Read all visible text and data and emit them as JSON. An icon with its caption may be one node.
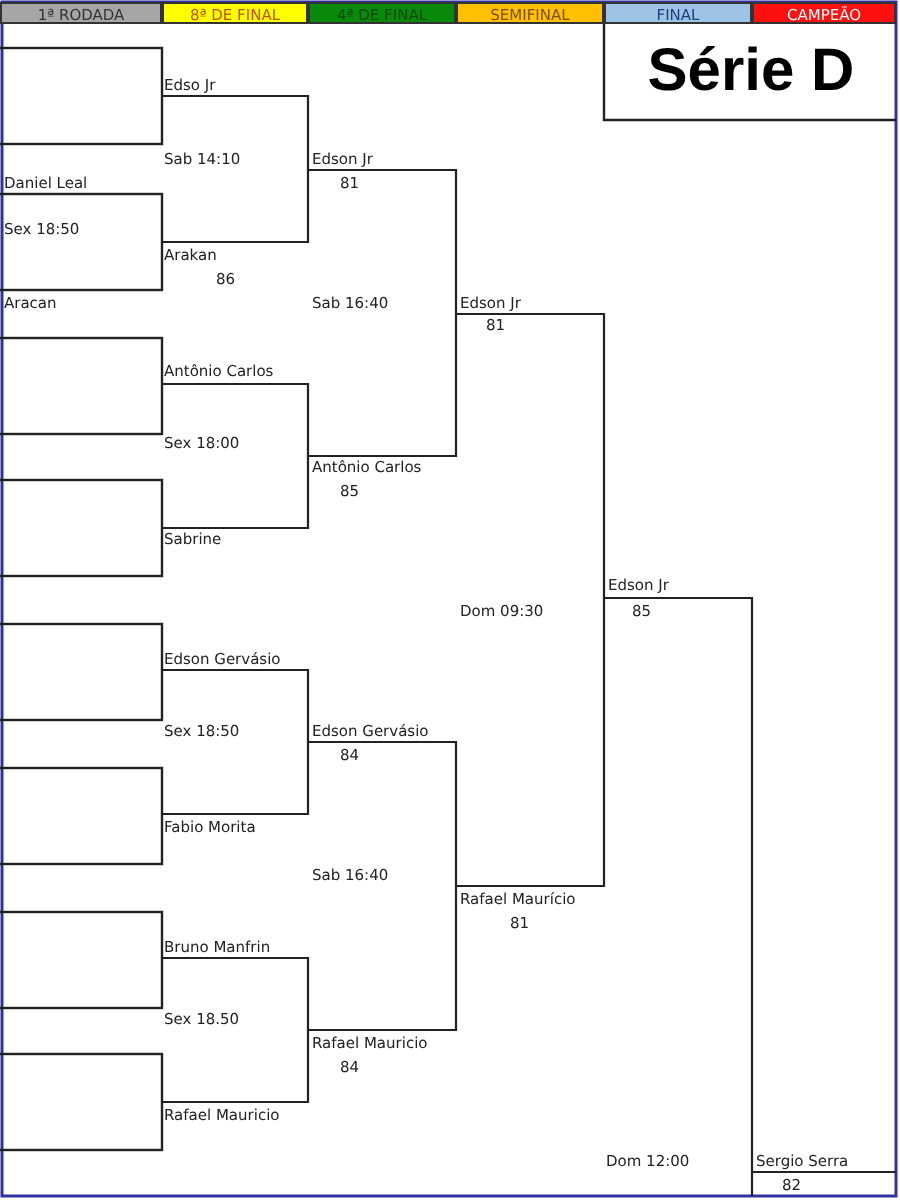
{
  "diagram": {
    "title": "Série D",
    "nodes": [
      {
        "text": [],
        "shape": "box"
      },
      {
        "text": [],
        "shape": "box"
      },
      {
        "text": [],
        "shape": "box"
      },
      {
        "text": [],
        "shape": "box"
      },
      {
        "text": [],
        "shape": "box"
      },
      {
        "text": [],
        "shape": "box"
      },
      {
        "text": [],
        "shape": "box"
      },
      {
        "text": [],
        "shape": "box"
      }
    ],
    "labels": [
      "1ª RODADA",
      "8ª DE FINAL",
      "4ª DE FINAL",
      "SEMIFINAL",
      "FINAL",
      "CAMPEÃO",
      "Edso Jr",
      "Sab 14:10",
      "Edson Jr",
      "Daniel Leal",
      "81",
      "Sex 18:50",
      "Arakan",
      "86",
      "Aracan",
      "Sab 16:40",
      "Edson Jr",
      "81",
      "Antônio Carlos",
      "Sex 18:00",
      "Antônio Carlos",
      "85",
      "Sabrine",
      "Edson Jr",
      "Dom 09:30",
      "85",
      "Edson Gervásio",
      "Sex  18:50",
      "Edson Gervásio",
      "84",
      "Fabio Morita",
      "Sab 16:40",
      "Rafael Maurício",
      "81",
      "Bruno Manfrin",
      "Sex 18.50",
      "Rafael Mauricio",
      "84",
      "Rafael Mauricio",
      "Dom 12:00",
      "Sergio Serra",
      "82"
    ]
  }
}
